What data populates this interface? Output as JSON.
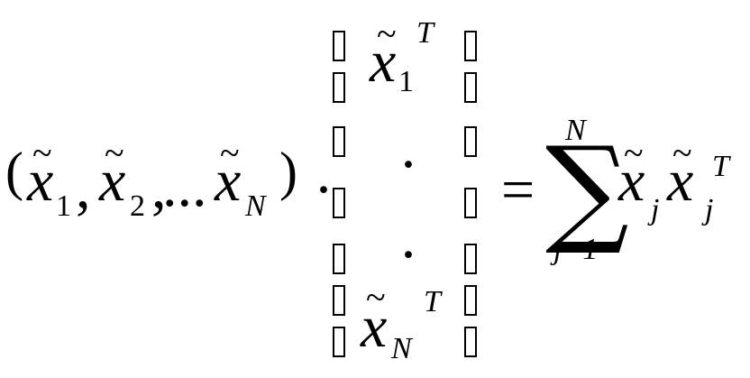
{
  "formula": {
    "open_paren": "(",
    "close_paren": ")",
    "x_letter": "x",
    "tilde": "~",
    "sub_1": "1",
    "sub_2": "2",
    "sub_N": "N",
    "sub_j": "j",
    "comma": ",",
    "ellipsis": "...",
    "dot_operator": "·",
    "vdot": "·",
    "sup_T": "T",
    "equals": "=",
    "sigma": "∑",
    "sum_upper": "N",
    "sum_lower": "j=1"
  }
}
